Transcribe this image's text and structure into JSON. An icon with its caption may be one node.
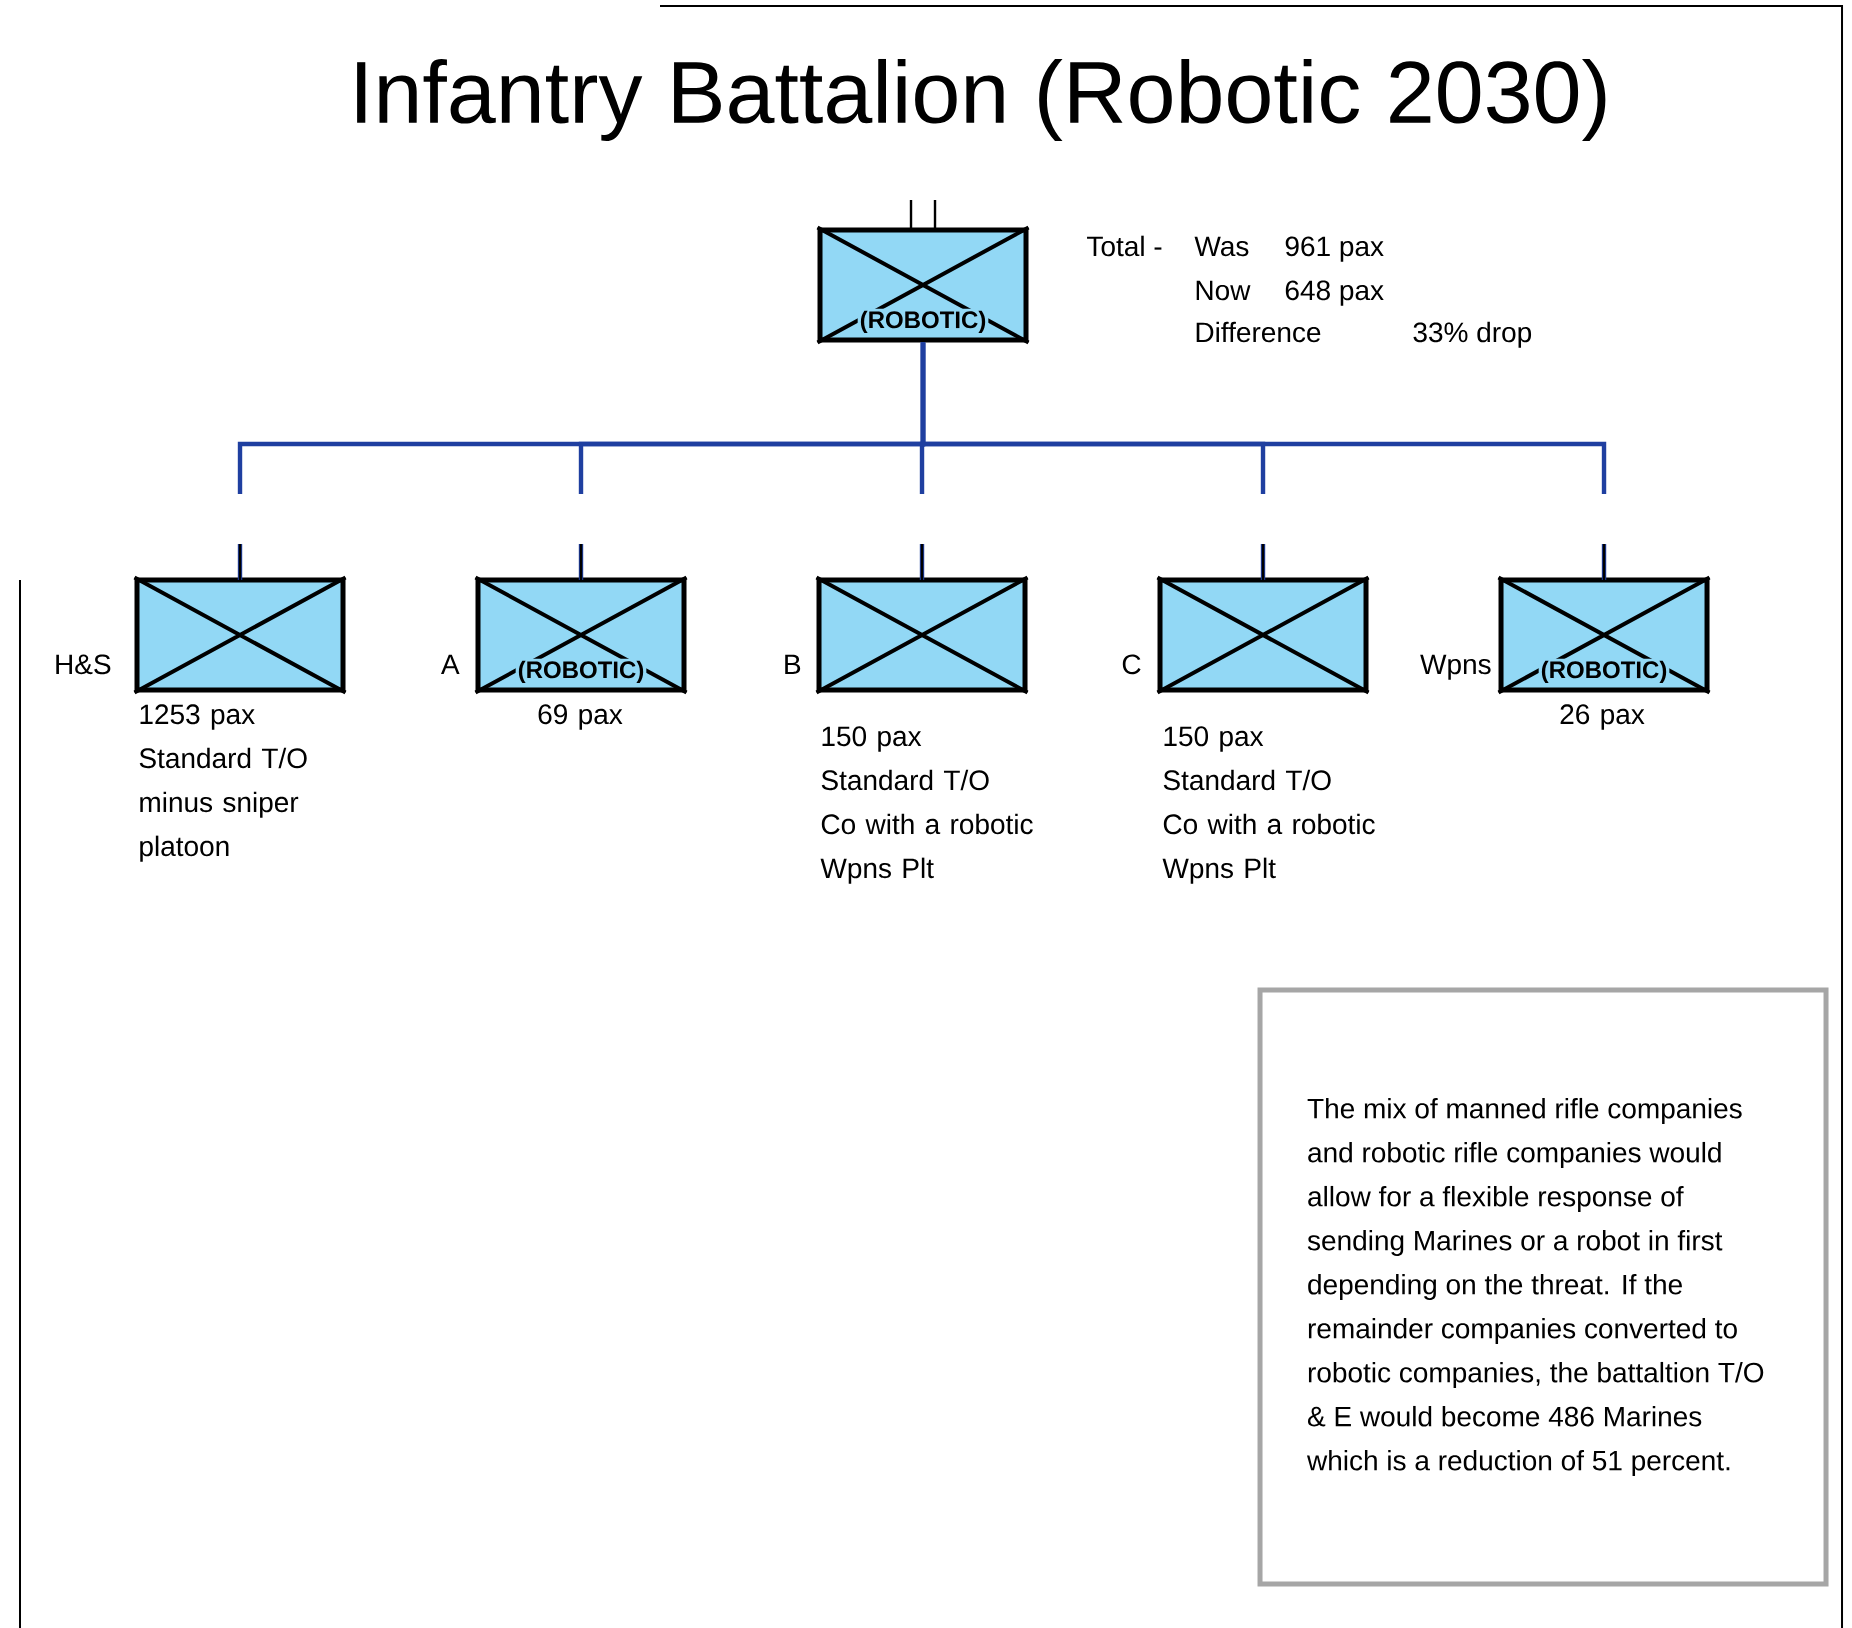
{
  "diagram": {
    "title": "Infantry Battalion (Robotic 2030)",
    "nodes": [
      {
        "text": [
          "(ROBOTIC)"
        ]
      },
      {
        "text": [],
        "shape": "box",
        "beside": [
          "H&S",
          "1253 pax Standard T/O minus sniper platoon"
        ]
      },
      {
        "text": [
          "(ROBOTIC)"
        ],
        "beside": [
          "A",
          "69 pax"
        ]
      },
      {
        "text": [],
        "shape": "box",
        "beside": [
          "B",
          "150 pax Standard T/O Co with a robotic Wpns Plt"
        ]
      },
      {
        "text": [],
        "shape": "box",
        "beside": [
          "C",
          "150 pax Standard T/O Co with a robotic Wpns Plt"
        ]
      },
      {
        "text": [
          "(ROBOTIC)"
        ],
        "beside": [
          "Wpns",
          "26 pax"
        ]
      },
      {
        "text": [
          "The mix of manned rifle companies and robotic rifle companies would allow for a flexible response of sending Marines or a robot in first depending on the threat. If the remainder companies converted to robotic companies, the battaltion T/O & E would become 486 Marines which is a reduction of 51 percent."
        ]
      }
    ],
    "edges": [
      {
        "from": 0,
        "to": 1,
        "arrow": "none"
      },
      {
        "from": 0,
        "to": 2,
        "arrow": "none"
      },
      {
        "from": 0,
        "to": 3,
        "arrow": "none"
      },
      {
        "from": 0,
        "to": 4,
        "arrow": "none"
      },
      {
        "from": 0,
        "to": 5,
        "arrow": "none"
      }
    ],
    "labels": [
      "Total -",
      "Was",
      "961 pax",
      "Now",
      "648 pax",
      "Difference",
      "33% drop"
    ]
  }
}
